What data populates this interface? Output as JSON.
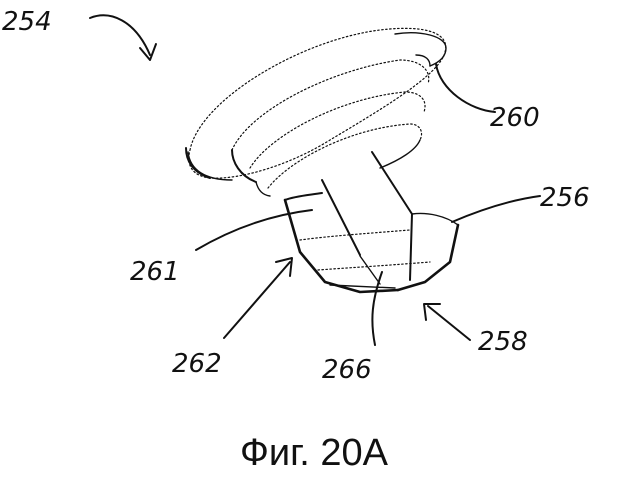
{
  "figure": {
    "caption": "Фиг. 20A",
    "labels": {
      "ref_254": "254",
      "ref_260": "260",
      "ref_256": "256",
      "ref_261": "261",
      "ref_262": "262",
      "ref_266": "266",
      "ref_258": "258"
    }
  }
}
